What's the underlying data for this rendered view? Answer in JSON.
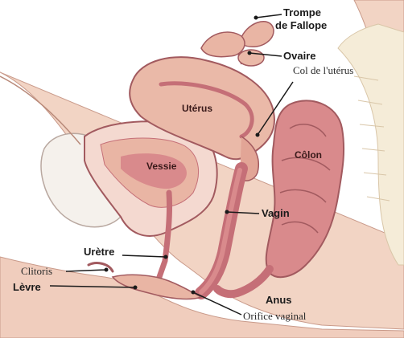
{
  "labels": {
    "trompe_line1": "Trompe",
    "trompe_line2": "de Fallope",
    "ovaire": "Ovaire",
    "col": "Col de l'utérus",
    "uterus": "Utérus",
    "vessie": "Vessie",
    "colon": "Côlon",
    "vagin": "Vagin",
    "uretre": "Urètre",
    "clitoris": "Clitoris",
    "levre": "Lèvre",
    "anus": "Anus",
    "orifice": "Orifice vaginal"
  },
  "colors": {
    "background": "#ffffff",
    "skin": "#f2d4c4",
    "tissue": "#e9b5a4",
    "organ_pink": "#d98a8c",
    "organ_deep": "#c56f77",
    "outline": "#a25a5f",
    "bone": "#f5ecd8",
    "bladder_bg": "#f4d9d0",
    "leader": "#1a1a1a"
  }
}
